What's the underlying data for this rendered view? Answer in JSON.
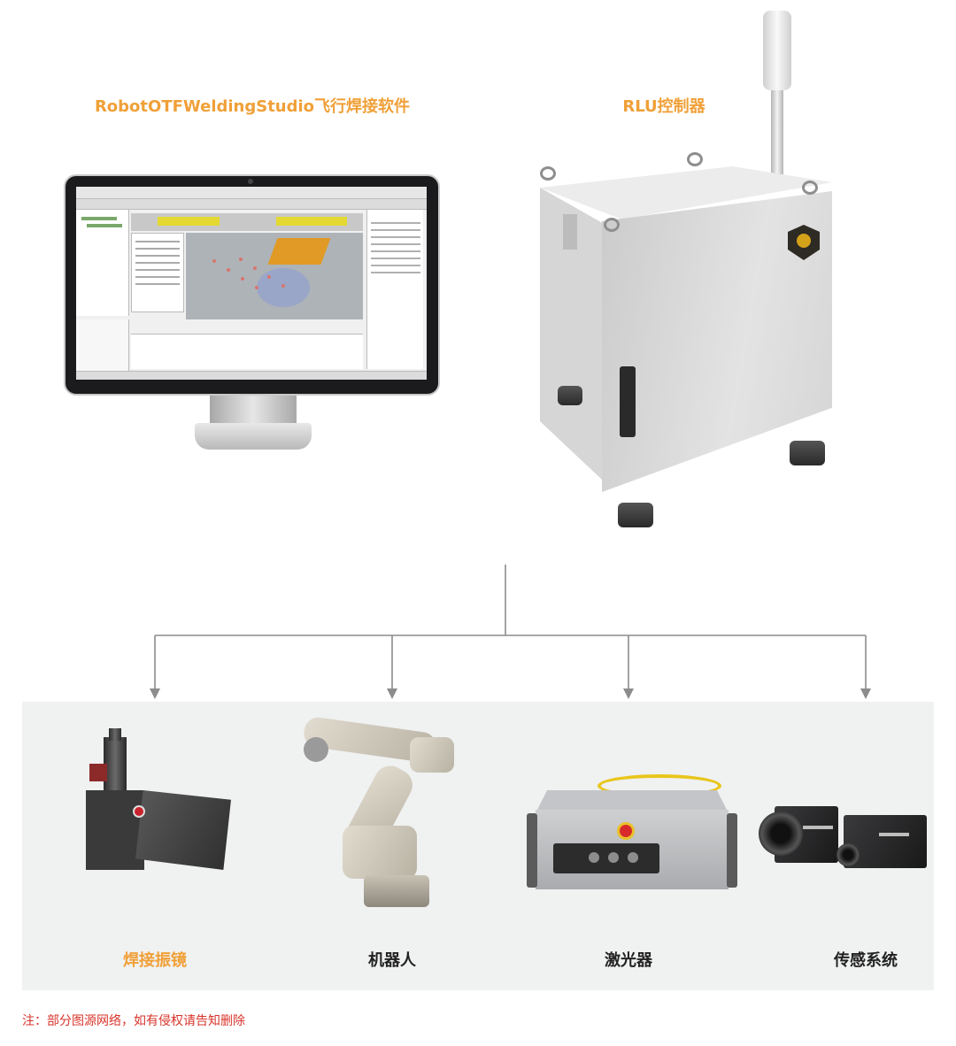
{
  "colors": {
    "accent_orange": "#f0a038",
    "dark_text": "#222222",
    "note_red": "#d9342b",
    "connector_gray": "#8c8c8c",
    "panel_bg": "#f0f1f1"
  },
  "software": {
    "title": "RobotOTFWeldingStudio飞行焊接软件",
    "icon": "monitor-software-image"
  },
  "controller": {
    "title": "RLU控制器",
    "icon": "controller-cabinet-image"
  },
  "devices": [
    {
      "label": "焊接振镜",
      "icon": "galvo-scanner-image",
      "highlighted": true
    },
    {
      "label": "机器人",
      "icon": "industrial-robot-image",
      "highlighted": false
    },
    {
      "label": "激光器",
      "icon": "laser-source-image",
      "highlighted": false
    },
    {
      "label": "传感系统",
      "icon": "camera-sensor-image",
      "highlighted": false
    }
  ],
  "footnote": "注：部分图源网络，如有侵权请告知删除"
}
